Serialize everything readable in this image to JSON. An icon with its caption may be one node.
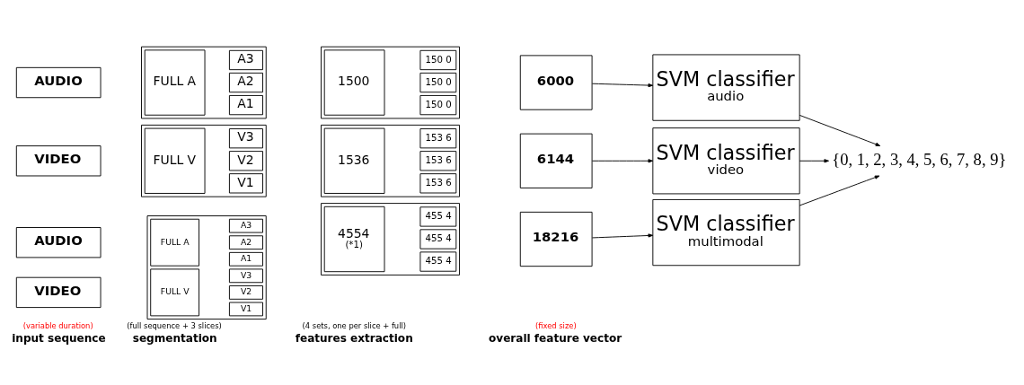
{
  "diagram": {
    "nodes": [
      {
        "text": [
          "AUDIO"
        ]
      },
      {
        "text": [],
        "shape": "box"
      },
      {
        "text": [
          "FULL A"
        ],
        "in": 1
      },
      {
        "text": [
          "A1"
        ],
        "in": 1
      },
      {
        "text": [
          "A2"
        ],
        "in": 1
      },
      {
        "text": [
          "A3"
        ],
        "in": 1
      },
      {
        "text": [],
        "shape": "box"
      },
      {
        "text": [
          "1500"
        ],
        "in": 6
      },
      {
        "text": [
          "150 0"
        ],
        "in": 6
      },
      {
        "text": [
          "150 0"
        ],
        "in": 6
      },
      {
        "text": [
          "150 0"
        ],
        "in": 6
      },
      {
        "text": [
          "6000"
        ]
      },
      {
        "text": [
          "SVM classifier",
          "audio"
        ]
      },
      {
        "text": [
          "VIDEO"
        ]
      },
      {
        "text": [],
        "shape": "box"
      },
      {
        "text": [
          "FULL V"
        ],
        "in": 14
      },
      {
        "text": [
          "V1"
        ],
        "in": 14
      },
      {
        "text": [
          "V2"
        ],
        "in": 14
      },
      {
        "text": [
          "V3"
        ],
        "in": 14
      },
      {
        "text": [],
        "shape": "box"
      },
      {
        "text": [
          "1536"
        ],
        "in": 19
      },
      {
        "text": [
          "153 6"
        ],
        "in": 19
      },
      {
        "text": [
          "153 6"
        ],
        "in": 19
      },
      {
        "text": [
          "153 6"
        ],
        "in": 19
      },
      {
        "text": [
          "6144"
        ]
      },
      {
        "text": [
          "SVM classifier",
          "video"
        ]
      },
      {
        "text": [
          "{0, 1, 2, 3, 4, 5, 6, 7, 8, 9}"
        ]
      },
      {
        "text": [
          "AUDIO"
        ]
      },
      {
        "text": [
          "VIDEO"
        ]
      },
      {
        "text": [],
        "shape": "box"
      },
      {
        "text": [
          "FULL A"
        ],
        "in": 29
      },
      {
        "text": [
          "A1"
        ],
        "in": 29
      },
      {
        "text": [
          "A2"
        ],
        "in": 29
      },
      {
        "text": [
          "A3"
        ],
        "in": 29
      },
      {
        "text": [
          "FULL V"
        ],
        "in": 29
      },
      {
        "text": [
          "V1"
        ],
        "in": 29
      },
      {
        "text": [
          "V2"
        ],
        "in": 29
      },
      {
        "text": [
          "V3"
        ],
        "in": 29
      },
      {
        "text": [],
        "shape": "box"
      },
      {
        "text": [
          "4554",
          "(*1)"
        ],
        "in": 38
      },
      {
        "text": [
          "455 4"
        ],
        "in": 38
      },
      {
        "text": [
          "455 4"
        ],
        "in": 38
      },
      {
        "text": [
          "455 4"
        ],
        "in": 38
      },
      {
        "text": [
          "18216"
        ]
      },
      {
        "text": [
          "SVM classifier",
          "multimodal"
        ]
      }
    ],
    "edges": [
      {
        "from": 11,
        "to": 12,
        "arrow": "to"
      },
      {
        "from": 24,
        "to": 25,
        "arrow": "to"
      },
      {
        "from": 43,
        "to": 44,
        "arrow": "to"
      },
      {
        "from": 12,
        "to": 26,
        "arrow": "to"
      },
      {
        "from": 25,
        "to": 26,
        "arrow": "to"
      },
      {
        "from": 44,
        "to": 26,
        "arrow": "to"
      }
    ],
    "labels": [
      "input sequence",
      "(variable duration)",
      "segmentation",
      "(full sequence + 3 slices)",
      "features extraction",
      "(4 sets, one per slice + full)",
      "overall feature vector",
      "(fixed size)"
    ]
  }
}
